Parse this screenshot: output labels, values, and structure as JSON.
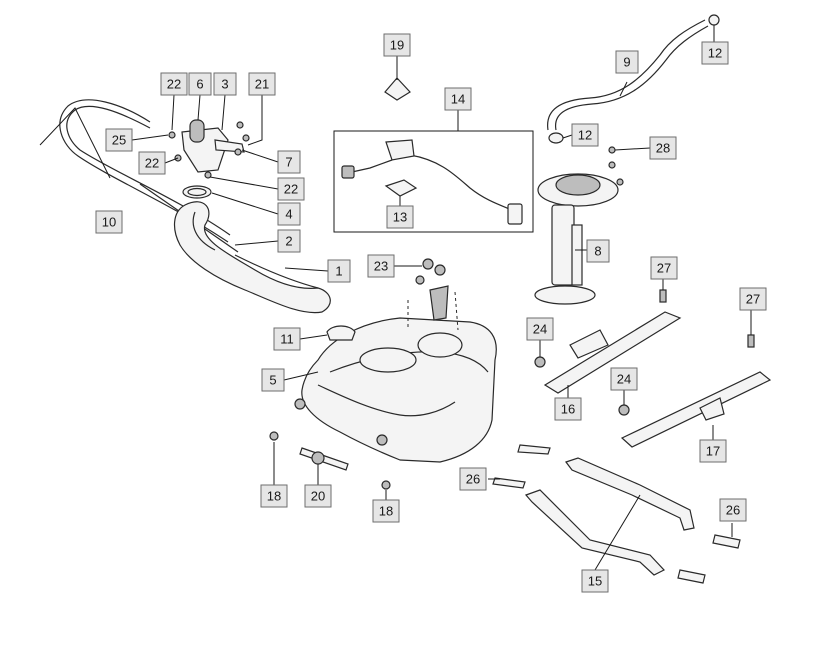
{
  "diagram": {
    "callouts": [
      {
        "id": "c1",
        "label": "1"
      },
      {
        "id": "c2",
        "label": "2"
      },
      {
        "id": "c3",
        "label": "3"
      },
      {
        "id": "c4",
        "label": "4"
      },
      {
        "id": "c5",
        "label": "5"
      },
      {
        "id": "c6",
        "label": "6"
      },
      {
        "id": "c7",
        "label": "7"
      },
      {
        "id": "c8",
        "label": "8"
      },
      {
        "id": "c9",
        "label": "9"
      },
      {
        "id": "c10",
        "label": "10"
      },
      {
        "id": "c11",
        "label": "11"
      },
      {
        "id": "c12a",
        "label": "12"
      },
      {
        "id": "c12b",
        "label": "12"
      },
      {
        "id": "c13",
        "label": "13"
      },
      {
        "id": "c14",
        "label": "14"
      },
      {
        "id": "c15",
        "label": "15"
      },
      {
        "id": "c16",
        "label": "16"
      },
      {
        "id": "c17",
        "label": "17"
      },
      {
        "id": "c18a",
        "label": "18"
      },
      {
        "id": "c18b",
        "label": "18"
      },
      {
        "id": "c19",
        "label": "19"
      },
      {
        "id": "c20",
        "label": "20"
      },
      {
        "id": "c21",
        "label": "21"
      },
      {
        "id": "c22a",
        "label": "22"
      },
      {
        "id": "c22b",
        "label": "22"
      },
      {
        "id": "c22c",
        "label": "22"
      },
      {
        "id": "c23",
        "label": "23"
      },
      {
        "id": "c24a",
        "label": "24"
      },
      {
        "id": "c24b",
        "label": "24"
      },
      {
        "id": "c25",
        "label": "25"
      },
      {
        "id": "c26a",
        "label": "26"
      },
      {
        "id": "c26b",
        "label": "26"
      },
      {
        "id": "c27a",
        "label": "27"
      },
      {
        "id": "c27b",
        "label": "27"
      },
      {
        "id": "c28",
        "label": "28"
      }
    ]
  }
}
